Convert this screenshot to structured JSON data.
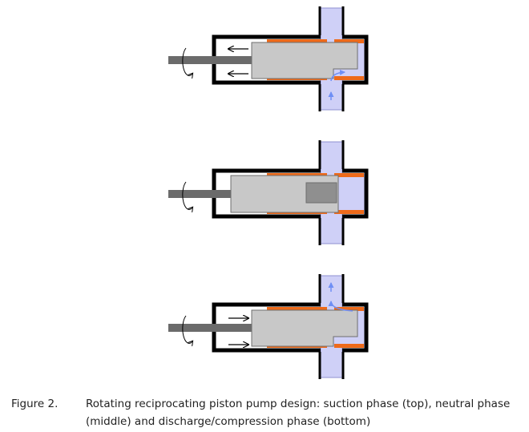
{
  "figure": {
    "label": "Figure 2.",
    "caption": "Rotating reciprocating piston pump design: suction phase (top), neutral phase (middle) and discharge/compression phase (bottom)"
  },
  "phases": [
    {
      "id": "suction",
      "shaft_arrows": "left",
      "flow": "in"
    },
    {
      "id": "neutral",
      "shaft_arrows": "none",
      "flow": "none"
    },
    {
      "id": "discharge",
      "shaft_arrows": "right",
      "flow": "out"
    }
  ],
  "colors": {
    "housing": "#000000",
    "seal": "#ee6a1a",
    "piston": "#c8c8c8",
    "piston_outline": "#6e6e6e",
    "shaft": "#6b6b6b",
    "fluid": "#cfd0f7",
    "fluid_outline": "#8f90d0",
    "flow_arrow": "#6f8ff5"
  },
  "icons": {
    "rotation": "rotation-arrow-icon",
    "motion": "direction-arrow-icon",
    "flow": "flow-arrow-icon"
  }
}
